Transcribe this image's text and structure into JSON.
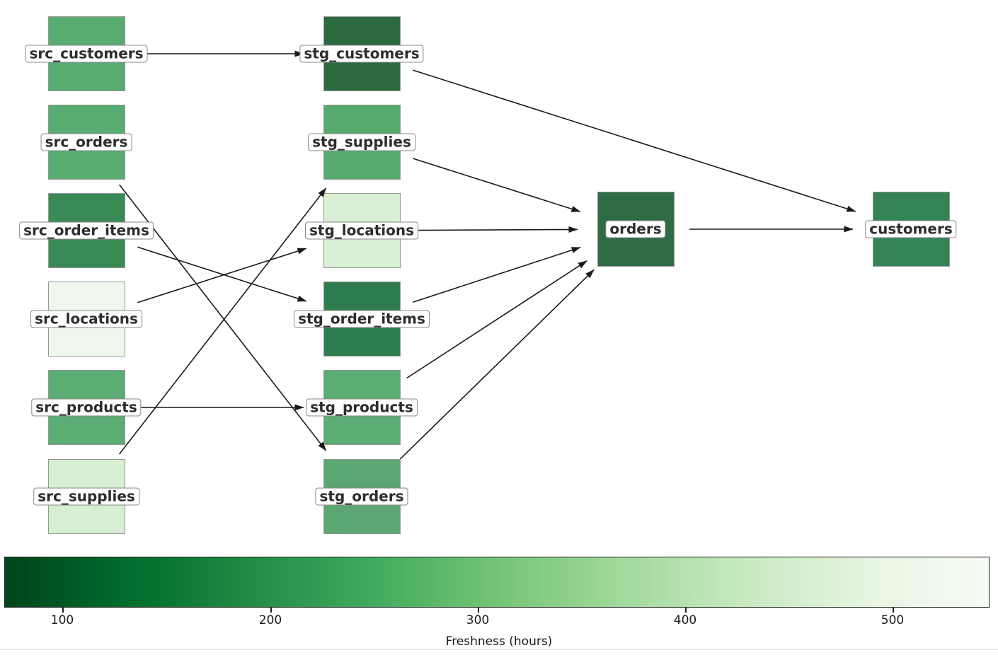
{
  "diagram": {
    "background": "#ffffff",
    "edge_color": "#1a1a1a",
    "node_border_color": "#979797",
    "label_bg": "#ffffff",
    "label_border_color": "#898989",
    "label_text_color": "#2d2d2d",
    "nodes": [
      {
        "id": "src_customers",
        "label": "src_customers",
        "color": "#58ac72"
      },
      {
        "id": "src_orders",
        "label": "src_orders",
        "color": "#58ac72"
      },
      {
        "id": "src_order_items",
        "label": "src_order_items",
        "color": "#3a8a55"
      },
      {
        "id": "src_locations",
        "label": "src_locations",
        "color": "#f0f7ed"
      },
      {
        "id": "src_products",
        "label": "src_products",
        "color": "#5cad74"
      },
      {
        "id": "src_supplies",
        "label": "src_supplies",
        "color": "#d6eed1"
      },
      {
        "id": "stg_customers",
        "label": "stg_customers",
        "color": "#2c6a3f"
      },
      {
        "id": "stg_supplies",
        "label": "stg_supplies",
        "color": "#57aa6e"
      },
      {
        "id": "stg_locations",
        "label": "stg_locations",
        "color": "#d9efd4"
      },
      {
        "id": "stg_order_items",
        "label": "stg_order_items",
        "color": "#2f7d4e"
      },
      {
        "id": "stg_products",
        "label": "stg_products",
        "color": "#5cad74"
      },
      {
        "id": "stg_orders",
        "label": "stg_orders",
        "color": "#5ca672"
      },
      {
        "id": "orders",
        "label": "orders",
        "color": "#2f6b45"
      },
      {
        "id": "customers",
        "label": "customers",
        "color": "#358355"
      }
    ],
    "edges": [
      {
        "from": "src_customers",
        "to": "stg_customers"
      },
      {
        "from": "src_orders",
        "to": "stg_orders"
      },
      {
        "from": "src_order_items",
        "to": "stg_order_items"
      },
      {
        "from": "src_locations",
        "to": "stg_locations"
      },
      {
        "from": "src_products",
        "to": "stg_products"
      },
      {
        "from": "src_supplies",
        "to": "stg_supplies"
      },
      {
        "from": "stg_customers",
        "to": "customers"
      },
      {
        "from": "stg_supplies",
        "to": "orders"
      },
      {
        "from": "stg_locations",
        "to": "orders"
      },
      {
        "from": "stg_order_items",
        "to": "orders"
      },
      {
        "from": "stg_products",
        "to": "orders"
      },
      {
        "from": "stg_orders",
        "to": "orders"
      },
      {
        "from": "orders",
        "to": "customers"
      }
    ]
  },
  "colorbar": {
    "label": "Freshness (hours)",
    "ticks": [
      "100",
      "200",
      "300",
      "400",
      "500"
    ],
    "gradient": [
      "#00441b",
      "#006d2c",
      "#238b45",
      "#41ab5d",
      "#74c476",
      "#a1d99b",
      "#c7e9c0",
      "#e5f5e0",
      "#f7fcf5"
    ],
    "outline_color": "#1f1f1f",
    "tick_color": "#1c1c1c"
  }
}
